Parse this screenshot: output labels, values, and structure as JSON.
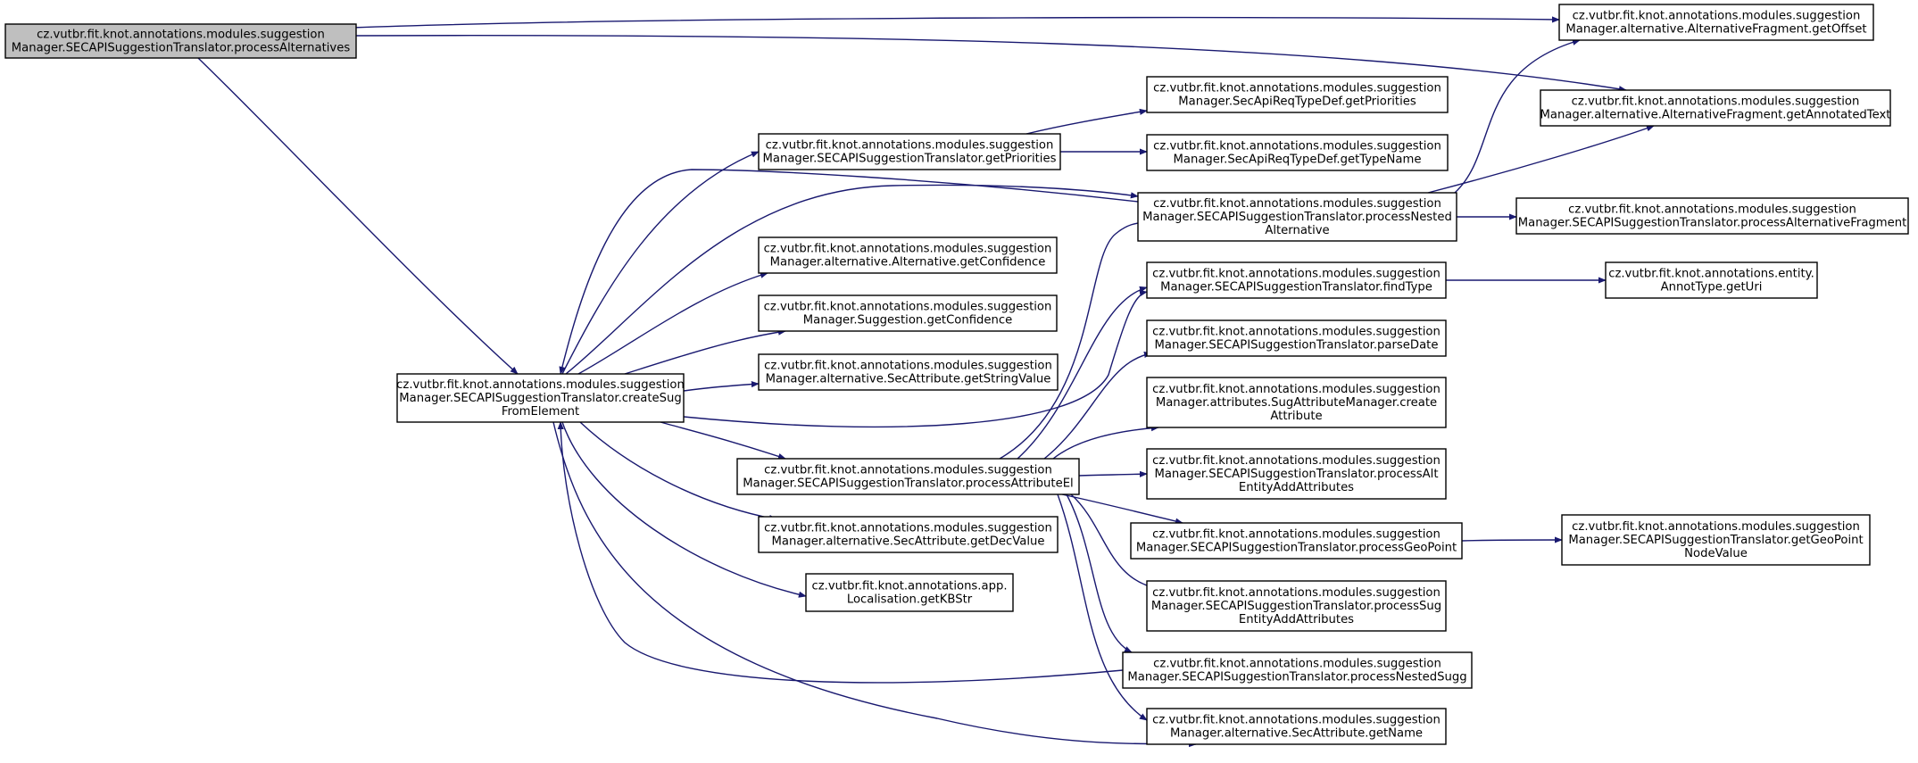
{
  "colors": {
    "edge": "#191970",
    "node_border": "#000000",
    "root_fill": "#bfbfbf",
    "node_fill": "#ffffff"
  },
  "nodes": [
    {
      "id": "processAlternatives",
      "lines": [
        "cz.vutbr.fit.knot.annotations.modules.suggestion",
        "Manager.SECAPISuggestionTranslator.processAlternatives"
      ],
      "root": true
    },
    {
      "id": "getOffset",
      "lines": [
        "cz.vutbr.fit.knot.annotations.modules.suggestion",
        "Manager.alternative.AlternativeFragment.getOffset"
      ]
    },
    {
      "id": "getAnnotatedText",
      "lines": [
        "cz.vutbr.fit.knot.annotations.modules.suggestion",
        "Manager.alternative.AlternativeFragment.getAnnotatedText"
      ]
    },
    {
      "id": "createSugFromElement",
      "lines": [
        "cz.vutbr.fit.knot.annotations.modules.suggestion",
        "Manager.SECAPISuggestionTranslator.createSug",
        "FromElement"
      ]
    },
    {
      "id": "getPrioritiesTr",
      "lines": [
        "cz.vutbr.fit.knot.annotations.modules.suggestion",
        "Manager.SECAPISuggestionTranslator.getPriorities"
      ]
    },
    {
      "id": "getPrioritiesDef",
      "lines": [
        "cz.vutbr.fit.knot.annotations.modules.suggestion",
        "Manager.SecApiReqTypeDef.getPriorities"
      ]
    },
    {
      "id": "getTypeName",
      "lines": [
        "cz.vutbr.fit.knot.annotations.modules.suggestion",
        "Manager.SecApiReqTypeDef.getTypeName"
      ]
    },
    {
      "id": "processNestedAlternative",
      "lines": [
        "cz.vutbr.fit.knot.annotations.modules.suggestion",
        "Manager.SECAPISuggestionTranslator.processNested",
        "Alternative"
      ]
    },
    {
      "id": "processAlternativeFragment",
      "lines": [
        "cz.vutbr.fit.knot.annotations.modules.suggestion",
        "Manager.SECAPISuggestionTranslator.processAlternativeFragment"
      ]
    },
    {
      "id": "altGetConfidence",
      "lines": [
        "cz.vutbr.fit.knot.annotations.modules.suggestion",
        "Manager.alternative.Alternative.getConfidence"
      ]
    },
    {
      "id": "findType",
      "lines": [
        "cz.vutbr.fit.knot.annotations.modules.suggestion",
        "Manager.SECAPISuggestionTranslator.findType"
      ]
    },
    {
      "id": "getUri",
      "lines": [
        "cz.vutbr.fit.knot.annotations.entity.",
        "AnnotType.getUri"
      ]
    },
    {
      "id": "sugGetConfidence",
      "lines": [
        "cz.vutbr.fit.knot.annotations.modules.suggestion",
        "Manager.Suggestion.getConfidence"
      ]
    },
    {
      "id": "parseDate",
      "lines": [
        "cz.vutbr.fit.knot.annotations.modules.suggestion",
        "Manager.SECAPISuggestionTranslator.parseDate"
      ]
    },
    {
      "id": "getStringValue",
      "lines": [
        "cz.vutbr.fit.knot.annotations.modules.suggestion",
        "Manager.alternative.SecAttribute.getStringValue"
      ]
    },
    {
      "id": "createAttribute",
      "lines": [
        "cz.vutbr.fit.knot.annotations.modules.suggestion",
        "Manager.attributes.SugAttributeManager.create",
        "Attribute"
      ]
    },
    {
      "id": "processAttributeEl",
      "lines": [
        "cz.vutbr.fit.knot.annotations.modules.suggestion",
        "Manager.SECAPISuggestionTranslator.processAttributeEl"
      ]
    },
    {
      "id": "processAltEntityAddAttributes",
      "lines": [
        "cz.vutbr.fit.knot.annotations.modules.suggestion",
        "Manager.SECAPISuggestionTranslator.processAlt",
        "EntityAddAttributes"
      ]
    },
    {
      "id": "getDecValue",
      "lines": [
        "cz.vutbr.fit.knot.annotations.modules.suggestion",
        "Manager.alternative.SecAttribute.getDecValue"
      ]
    },
    {
      "id": "processGeoPoint",
      "lines": [
        "cz.vutbr.fit.knot.annotations.modules.suggestion",
        "Manager.SECAPISuggestionTranslator.processGeoPoint"
      ]
    },
    {
      "id": "getGeoPointNodeValue",
      "lines": [
        "cz.vutbr.fit.knot.annotations.modules.suggestion",
        "Manager.SECAPISuggestionTranslator.getGeoPoint",
        "NodeValue"
      ]
    },
    {
      "id": "getKBStr",
      "lines": [
        "cz.vutbr.fit.knot.annotations.app.",
        "Localisation.getKBStr"
      ]
    },
    {
      "id": "processSugEntityAddAttributes",
      "lines": [
        "cz.vutbr.fit.knot.annotations.modules.suggestion",
        "Manager.SECAPISuggestionTranslator.processSug",
        "EntityAddAttributes"
      ]
    },
    {
      "id": "processNestedSugg",
      "lines": [
        "cz.vutbr.fit.knot.annotations.modules.suggestion",
        "Manager.SECAPISuggestionTranslator.processNestedSugg"
      ]
    },
    {
      "id": "getName",
      "lines": [
        "cz.vutbr.fit.knot.annotations.modules.suggestion",
        "Manager.alternative.SecAttribute.getName"
      ]
    }
  ],
  "edges": [
    [
      "processAlternatives",
      "getOffset"
    ],
    [
      "processAlternatives",
      "getAnnotatedText"
    ],
    [
      "processAlternatives",
      "createSugFromElement"
    ],
    [
      "createSugFromElement",
      "getPrioritiesTr"
    ],
    [
      "createSugFromElement",
      "processNestedAlternative"
    ],
    [
      "createSugFromElement",
      "altGetConfidence"
    ],
    [
      "createSugFromElement",
      "sugGetConfidence"
    ],
    [
      "createSugFromElement",
      "getStringValue"
    ],
    [
      "createSugFromElement",
      "findType"
    ],
    [
      "createSugFromElement",
      "processAttributeEl"
    ],
    [
      "createSugFromElement",
      "getDecValue"
    ],
    [
      "createSugFromElement",
      "getKBStr"
    ],
    [
      "createSugFromElement",
      "getName"
    ],
    [
      "getPrioritiesTr",
      "getPrioritiesDef"
    ],
    [
      "getPrioritiesTr",
      "getTypeName"
    ],
    [
      "processNestedAlternative",
      "createSugFromElement"
    ],
    [
      "processNestedAlternative",
      "getOffset"
    ],
    [
      "processNestedAlternative",
      "getAnnotatedText"
    ],
    [
      "processNestedAlternative",
      "processAlternativeFragment"
    ],
    [
      "findType",
      "getUri"
    ],
    [
      "processAttributeEl",
      "processNestedAlternative"
    ],
    [
      "processAttributeEl",
      "findType"
    ],
    [
      "processAttributeEl",
      "parseDate"
    ],
    [
      "processAttributeEl",
      "createAttribute"
    ],
    [
      "processAttributeEl",
      "processAltEntityAddAttributes"
    ],
    [
      "processAttributeEl",
      "processGeoPoint"
    ],
    [
      "processAttributeEl",
      "processSugEntityAddAttributes"
    ],
    [
      "processAttributeEl",
      "processNestedSugg"
    ],
    [
      "processAttributeEl",
      "getName"
    ],
    [
      "processGeoPoint",
      "getGeoPointNodeValue"
    ],
    [
      "processNestedSugg",
      "createSugFromElement"
    ]
  ]
}
